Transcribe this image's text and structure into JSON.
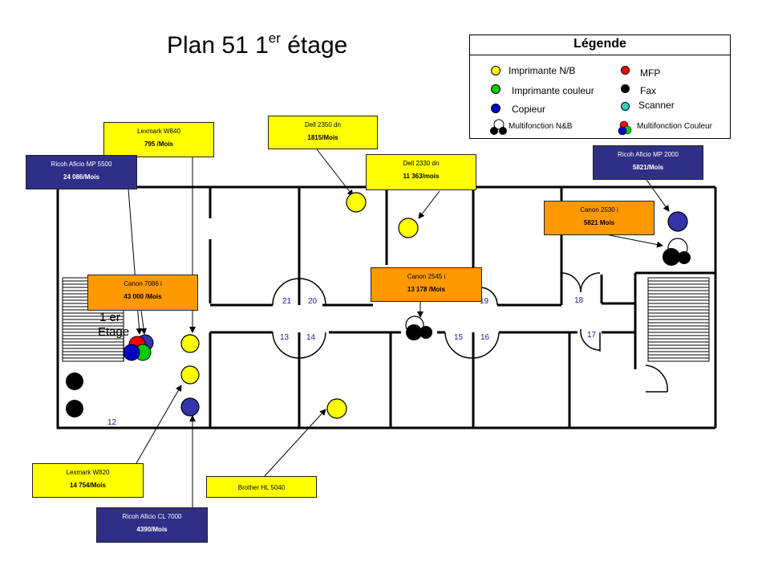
{
  "title": {
    "main": "Plan 51  1",
    "sup": "er",
    "rest": " étage"
  },
  "floor_label": {
    "line1": "1 er",
    "line2": "Etage"
  },
  "legend": {
    "title": "Légende",
    "items": [
      {
        "label": "Imprimante N/B",
        "color": "#ffff00"
      },
      {
        "label": "MFP",
        "color": "#ff0000"
      },
      {
        "label": "Imprimante couleur",
        "color": "#00cc00"
      },
      {
        "label": "Fax",
        "color": "#000000"
      },
      {
        "label": "Copieur",
        "color": "#0000cc"
      },
      {
        "label": "Scanner",
        "color": "#33cccc"
      },
      {
        "label": "Multifonction N&B"
      },
      {
        "label": "Multifonction Couleur"
      }
    ]
  },
  "devices": [
    {
      "name": "Lexmark W840",
      "volume": "795 /Mois",
      "color": "yellow"
    },
    {
      "name": "Dell 2350 dn",
      "volume": "1815/Mois",
      "color": "yellow"
    },
    {
      "name": "Ricoh Aficio MP 5500",
      "volume": "24 086/Mois",
      "color": "navy"
    },
    {
      "name": "Dell 2330 dn",
      "volume": "11 363/mois",
      "color": "yellow"
    },
    {
      "name": "Ricoh Aficio MP 2000",
      "volume": "5821/Mois",
      "color": "navy"
    },
    {
      "name": "Canon 2530 i",
      "volume": "5821 Mois",
      "color": "orange"
    },
    {
      "name": "Canon 7086 i",
      "volume": "43 000 /Mois",
      "color": "orange"
    },
    {
      "name": "Canon 2545 i",
      "volume": "13 178 /Mois",
      "color": "orange"
    },
    {
      "name": "Lexmark W820",
      "volume": "14 754/Mois",
      "color": "yellow"
    },
    {
      "name": "Brother HL 5040",
      "color": "yellow"
    },
    {
      "name": "Ricoh Aficio CL 7000",
      "volume": "4390/Mois",
      "color": "navy"
    }
  ],
  "rooms": [
    "21",
    "20",
    "13",
    "14",
    "15",
    "16",
    "19",
    "18",
    "17",
    "12"
  ],
  "colors": {
    "yellow": "#ffff00",
    "navy": "#2f2f87",
    "orange": "#ff9900",
    "wall": "#000000",
    "room_number": "#1f1f8f"
  }
}
